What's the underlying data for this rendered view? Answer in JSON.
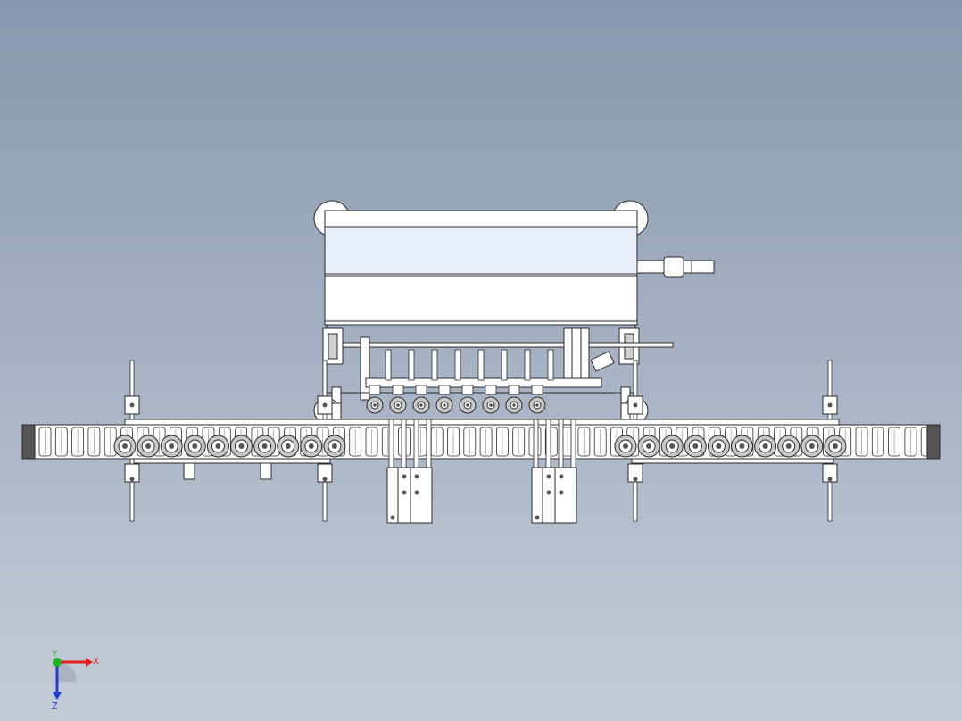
{
  "colors": {
    "line": "#2a2a2a",
    "part_fill": "#ffffff",
    "panel_fill": "#e9f0fb",
    "roller_fill": "#c8c8c8",
    "roller_dark": "#555555",
    "axis_x": "#e02020",
    "axis_y": "#20b020",
    "axis_z": "#2040d0"
  },
  "triad": {
    "x_label": "X",
    "y_label": "Y",
    "z_label": "Z"
  }
}
